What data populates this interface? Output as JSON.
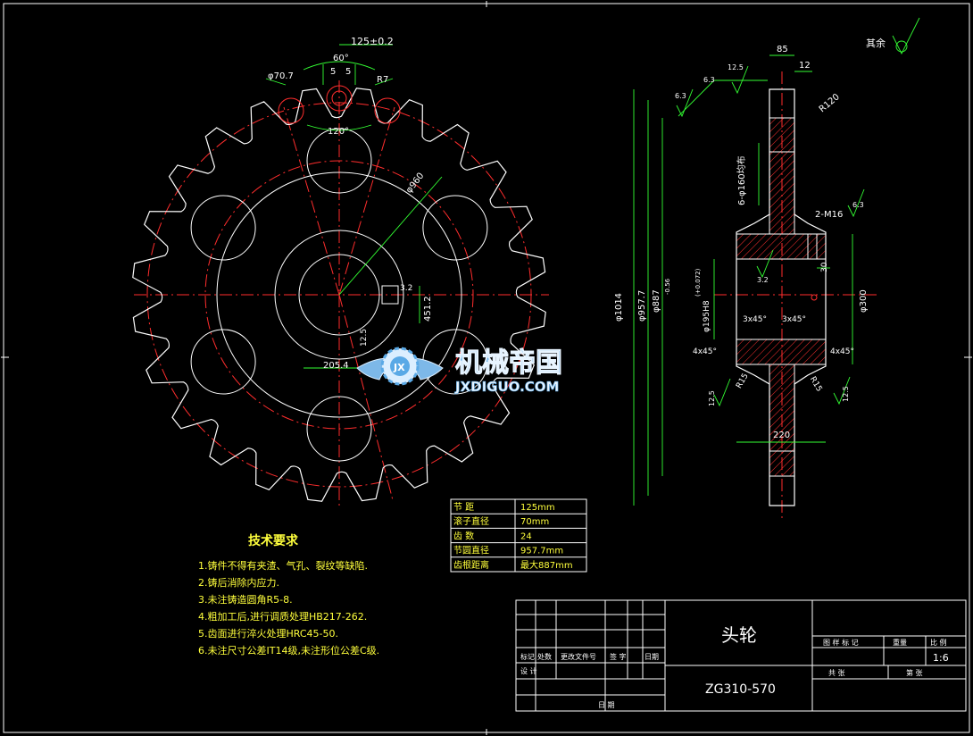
{
  "colors": {
    "background": "#000000",
    "outline": "#ffffff",
    "centerline": "#ff2d2d",
    "dimension": "#33ff33",
    "text_yellow": "#ffff3c",
    "hatch": "#ff3030",
    "logo_blue": "#5aa9e6"
  },
  "front_view": {
    "dims": {
      "pitch": "125±0.2",
      "angle60": "60°",
      "five_left": "5",
      "five_right": "5",
      "roller": "φ70.7",
      "r7": "R7",
      "angle120": "120°",
      "dia960": "φ960",
      "dim205": "205.4",
      "dim451": "451.2",
      "dim12": "12.5",
      "dim32": "3.2"
    }
  },
  "side_view": {
    "dims": {
      "top85": "85",
      "top12": "12",
      "top12_5": "12.5",
      "r120": "R120",
      "d1014": "φ1014",
      "d957": "φ957.7",
      "d887": "φ887",
      "d887_tol": "-0.56",
      "d195": "φ195H8",
      "d195_tol": "(+0.072)",
      "d300": "φ300",
      "holes": "6-φ160均布",
      "m16": "2-M16",
      "dim30": "30",
      "dim220": "220",
      "c1": "3x45°",
      "c2": "3x45°",
      "c3": "4x45°",
      "c4": "4x45°",
      "r15a": "R15",
      "r15b": "R15",
      "ra63a": "6.3",
      "ra63b": "6.3",
      "ra63c": "6.3",
      "ra125": "12.5",
      "ra32": "3.2",
      "ra125b": "12.5"
    }
  },
  "rest_note": "其余",
  "spec_table": {
    "rows": [
      {
        "label": "节    距",
        "value": "125mm"
      },
      {
        "label": "滚子直径",
        "value": "70mm"
      },
      {
        "label": "齿    数",
        "value": "24"
      },
      {
        "label": "节圆直径",
        "value": "957.7mm"
      },
      {
        "label": "齿根距离",
        "value": "最大887mm"
      }
    ]
  },
  "tech_requirements": {
    "title": "技术要求",
    "items": [
      "1.铸件不得有夹渣、气孔、裂纹等缺陷.",
      "2.铸后消除内应力.",
      "3.未注铸造圆角R5-8.",
      "4.粗加工后,进行调质处理HB217-262.",
      "5.齿面进行淬火处理HRC45-50.",
      "6.未注尺寸公差IT14级,未注形位公差C级."
    ]
  },
  "title_block": {
    "part_name": "头轮",
    "drawing_no": "ZG310-570",
    "scale": "1:6",
    "cells": {
      "biaoji": "标记",
      "chushu": "处数",
      "fenqu": "更改文件号",
      "qianzi": "签 字",
      "riqi": "日期",
      "sheji": "设 计",
      "riqi2": "日 期",
      "tuyang": "图 样 标 记",
      "zhongliang": "重量",
      "bili": "比 例",
      "gong": "共    张",
      "di": "第    张"
    }
  },
  "watermark": {
    "name": "机械帝国",
    "url": "JXDIGUO.COM"
  }
}
